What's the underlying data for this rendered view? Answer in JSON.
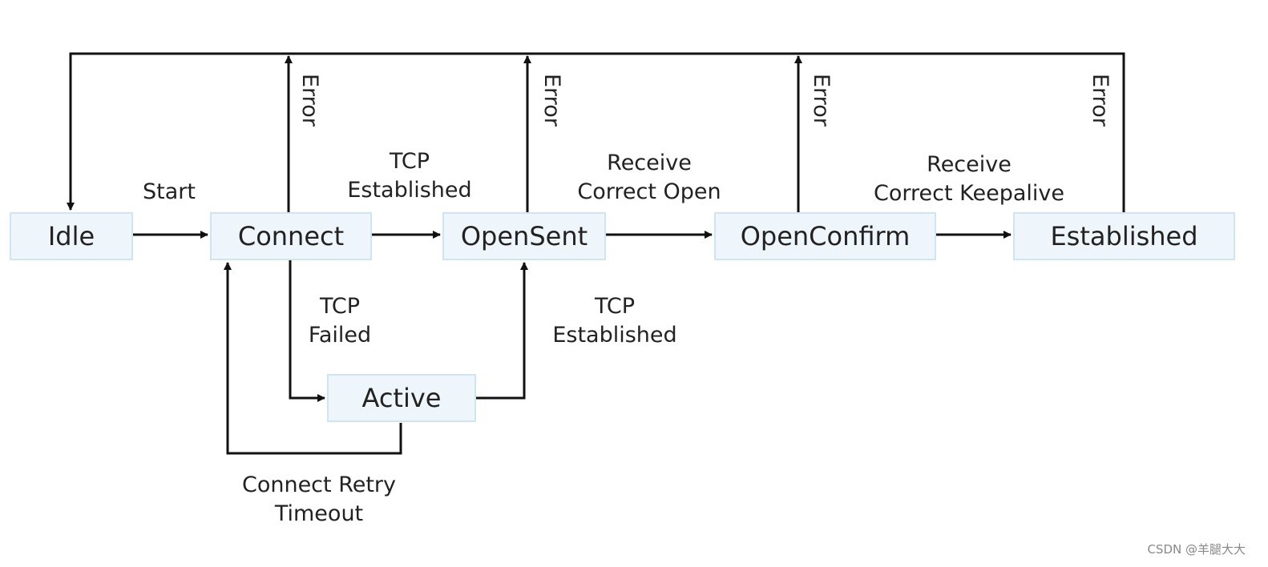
{
  "states": {
    "idle": "Idle",
    "connect": "Connect",
    "opensent": "OpenSent",
    "openconfirm": "OpenConfirm",
    "established": "Established",
    "active": "Active"
  },
  "transitions": {
    "start": "Start",
    "tcp_established_1": [
      "TCP",
      "Established"
    ],
    "receive_open": [
      "Receive",
      "Correct Open"
    ],
    "receive_keepalive": [
      "Receive",
      "Correct Keepalive"
    ],
    "tcp_failed": [
      "TCP",
      "Failed"
    ],
    "tcp_established_2": [
      "TCP",
      "Established"
    ],
    "retry": [
      "Connect Retry",
      "Timeout"
    ],
    "error": "Error"
  },
  "watermark": "CSDN @羊腿大大"
}
